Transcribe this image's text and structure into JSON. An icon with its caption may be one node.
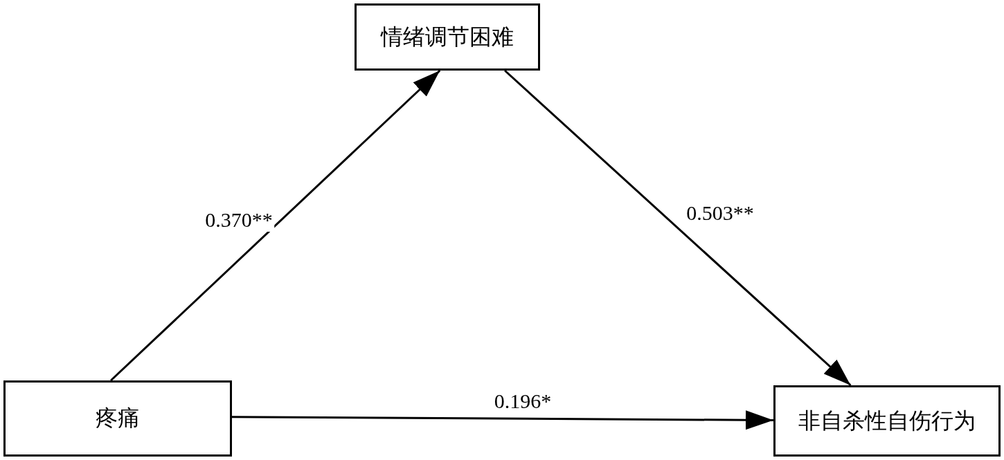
{
  "diagram": {
    "nodes": [
      {
        "text": [
          "情绪调节困难"
        ]
      },
      {
        "text": [
          "疼痛"
        ]
      },
      {
        "text": [
          "非自杀性自伤行为"
        ]
      }
    ],
    "edges": [
      {
        "from": 1,
        "to": 0,
        "arrow": "to",
        "label": "0.370**"
      },
      {
        "from": 0,
        "to": 2,
        "arrow": "to",
        "label": "0.503**"
      },
      {
        "from": 1,
        "to": 2,
        "arrow": "to",
        "label": "0.196*"
      }
    ]
  }
}
